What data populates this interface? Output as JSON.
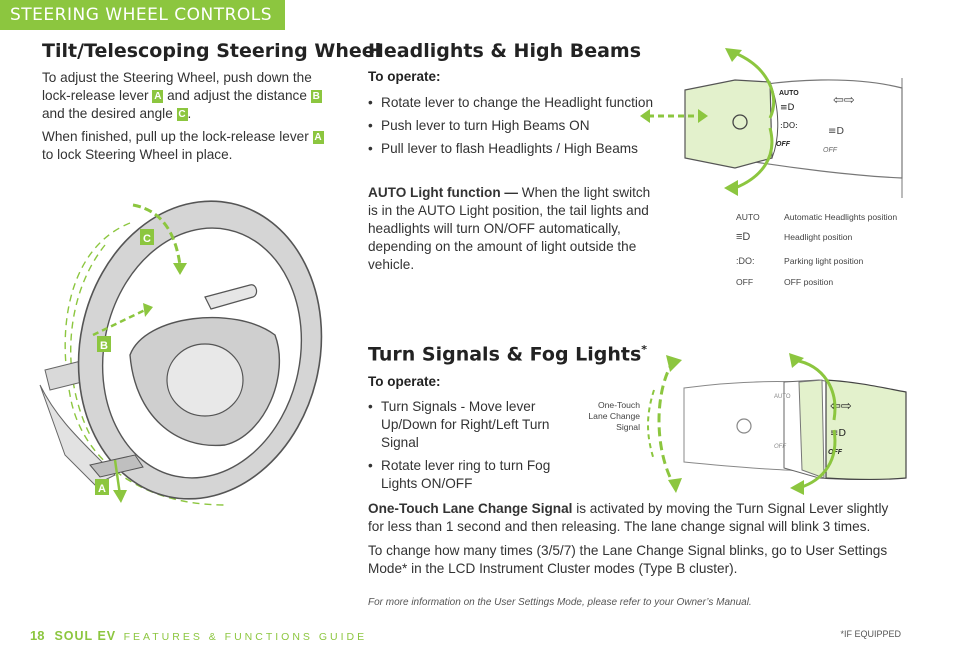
{
  "header": {
    "tab_label": "STEERING WHEEL CONTROLS"
  },
  "tilt": {
    "title": "Tilt/Telescoping Steering Wheel",
    "p1_a": "To adjust the Steering Wheel, push down the lock-release lever ",
    "p1_b": " and adjust the distance ",
    "p1_c": " and the desired angle ",
    "p1_d": ".",
    "p2_a": "When finished, pull up the lock-release lever ",
    "p2_b": " to lock Steering Wheel in place.",
    "badge_a": "A",
    "badge_b": "B",
    "badge_c": "C"
  },
  "headlights": {
    "title": "Headlights & High Beams",
    "to_operate": "To operate:",
    "bullets": [
      "Rotate lever to change the Headlight function",
      "Push lever to turn High Beams ON",
      "Pull lever to flash Headlights / High Beams"
    ],
    "auto_title": "AUTO Light function —",
    "auto_text": " When the light switch is in the AUTO Light position, the tail lights and headlights will turn ON/OFF automatically, depending on the amount of light outside the vehicle.",
    "legend": [
      {
        "key": "AUTO",
        "value": "Automatic Headlights position"
      },
      {
        "key": "",
        "icon": "headlight-icon",
        "value": "Headlight position"
      },
      {
        "key": "",
        "icon": "parking-light-icon",
        "value": "Parking light position"
      },
      {
        "key": "OFF",
        "value": "OFF position"
      }
    ],
    "lever_labels": {
      "auto": "AUTO",
      "off": "OFF"
    }
  },
  "turn": {
    "title": "Turn Signals & Fog Lights",
    "title_mark": "*",
    "to_operate": "To operate:",
    "bullets": [
      "Turn Signals - Move lever Up/Down for Right/Left Turn Signal",
      "Rotate lever ring to turn Fog Lights ON/OFF"
    ],
    "one_touch_label": "One-Touch Lane Change Signal",
    "one_touch_title": "One-Touch Lane Change Signal",
    "one_touch_text": " is activated by moving the Turn Signal Lever slightly for less than 1 second and then releasing. The lane change signal will blink 3 times.",
    "settings_text": "To change how many times (3/5/7) the Lane Change Signal blinks, go to User Settings Mode* in the LCD Instrument Cluster modes (Type B cluster).",
    "note": "For more information on the User Settings Mode, please refer to your Owner’s Manual.",
    "lever_labels": {
      "auto": "AUTO",
      "off": "OFF"
    }
  },
  "footer": {
    "page": "18",
    "product": "SOUL EV",
    "guide": "FEATURES & FUNCTIONS GUIDE",
    "equipped": "*IF EQUIPPED"
  },
  "colors": {
    "accent": "#8cc63f"
  }
}
